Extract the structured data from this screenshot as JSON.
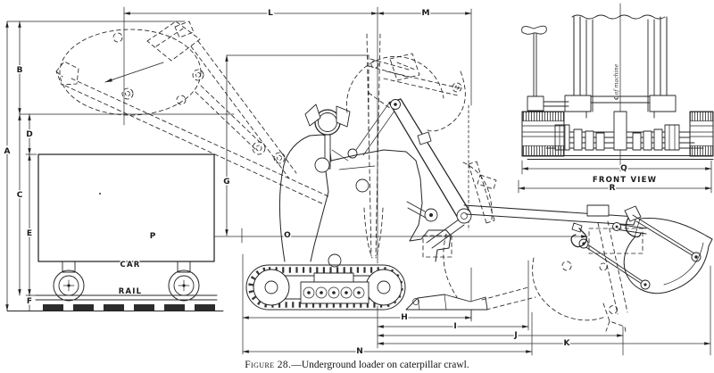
{
  "figure": {
    "caption": {
      "label": "Figure 28.",
      "title": "—Underground loader on caterpillar crawl."
    }
  },
  "labels": {
    "dims": {
      "A": "A",
      "B": "B",
      "C": "C",
      "D": "D",
      "E": "E",
      "F": "F",
      "G": "G",
      "H": "H",
      "I": "I",
      "J": "J",
      "K": "K",
      "L": "L",
      "M": "M",
      "N": "N",
      "O": "O",
      "P": "P",
      "Q": "Q",
      "R": "R"
    },
    "car": "CAR",
    "rail": "RAIL",
    "front_view": "FRONT VIEW",
    "centerline": "℄ of machine"
  },
  "colors": {
    "ink": "#242424",
    "paper": "#ffffff"
  }
}
